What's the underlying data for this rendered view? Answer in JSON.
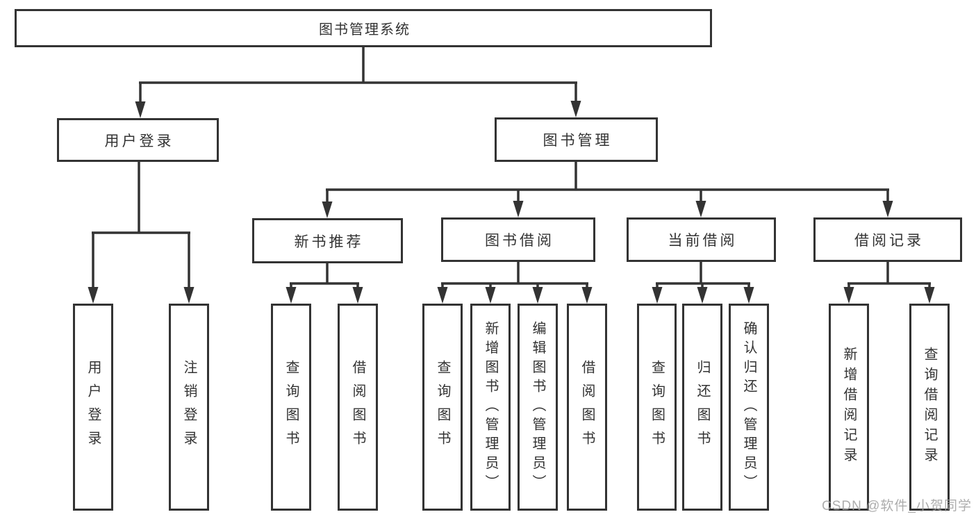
{
  "diagram": {
    "title": "图书管理系统",
    "level2": [
      {
        "label": "用户登录",
        "children": [
          {
            "label": "用户登录"
          },
          {
            "label": "注销登录"
          }
        ]
      },
      {
        "label": "图书管理",
        "groups": [
          {
            "label": "新书推荐",
            "children": [
              {
                "label": "查询图书"
              },
              {
                "label": "借阅图书"
              }
            ]
          },
          {
            "label": "图书借阅",
            "children": [
              {
                "label": "查询图书"
              },
              {
                "label": "新增图书（管理员）"
              },
              {
                "label": "编辑图书（管理员）"
              },
              {
                "label": "借阅图书"
              }
            ]
          },
          {
            "label": "当前借阅",
            "children": [
              {
                "label": "查询图书"
              },
              {
                "label": "归还图书"
              },
              {
                "label": "确认归还（管理员）"
              }
            ]
          },
          {
            "label": "借阅记录",
            "children": [
              {
                "label": "新增借阅记录"
              },
              {
                "label": "查询借阅记录"
              }
            ]
          }
        ]
      }
    ]
  },
  "watermark": {
    "text": "CSDN @软件_小贺同学"
  },
  "colors": {
    "line": "#333333",
    "box_border": "#333333",
    "text": "#333333",
    "watermark": "#9f9f9f",
    "background": "#ffffff"
  }
}
